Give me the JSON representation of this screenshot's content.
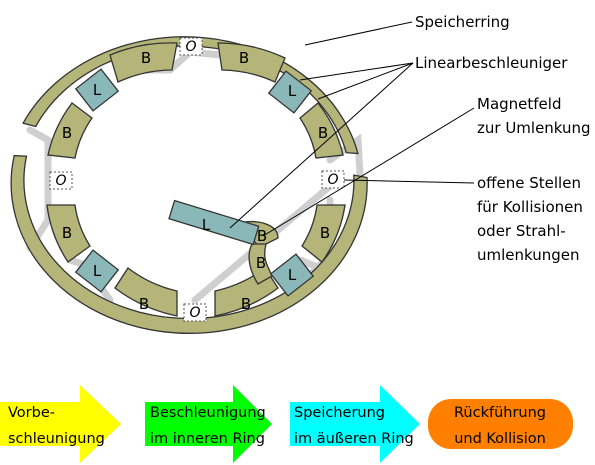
{
  "labels": {
    "storage_ring": "Speicherring",
    "linac": "Linearbeschleuniger",
    "magnet_line1": "Magnetfeld",
    "magnet_line2": "zur Umlenkung",
    "open_line1": "offene Stellen",
    "open_line2": "für Kollisionen",
    "open_line3": "oder Strahl-",
    "open_line4": "umlenkungen"
  },
  "segments": {
    "bend": "B",
    "linac": "L",
    "open": "O"
  },
  "stages": [
    {
      "line1": "Vorbe-",
      "line2": "schleunigung",
      "color": "#ffff00"
    },
    {
      "line1": "Beschleunigung",
      "line2": "im inneren Ring",
      "color": "#00ff00"
    },
    {
      "line1": "Speicherung",
      "line2": "im äußeren Ring",
      "color": "#00ffff"
    },
    {
      "line1": "Rückführung",
      "line2": "und Kollision",
      "color": "#ff8000"
    }
  ],
  "colors": {
    "magnet": "#b5b57a",
    "linac": "#8ab8b8",
    "beamline": "#cfcfcf",
    "outline": "#333333"
  }
}
